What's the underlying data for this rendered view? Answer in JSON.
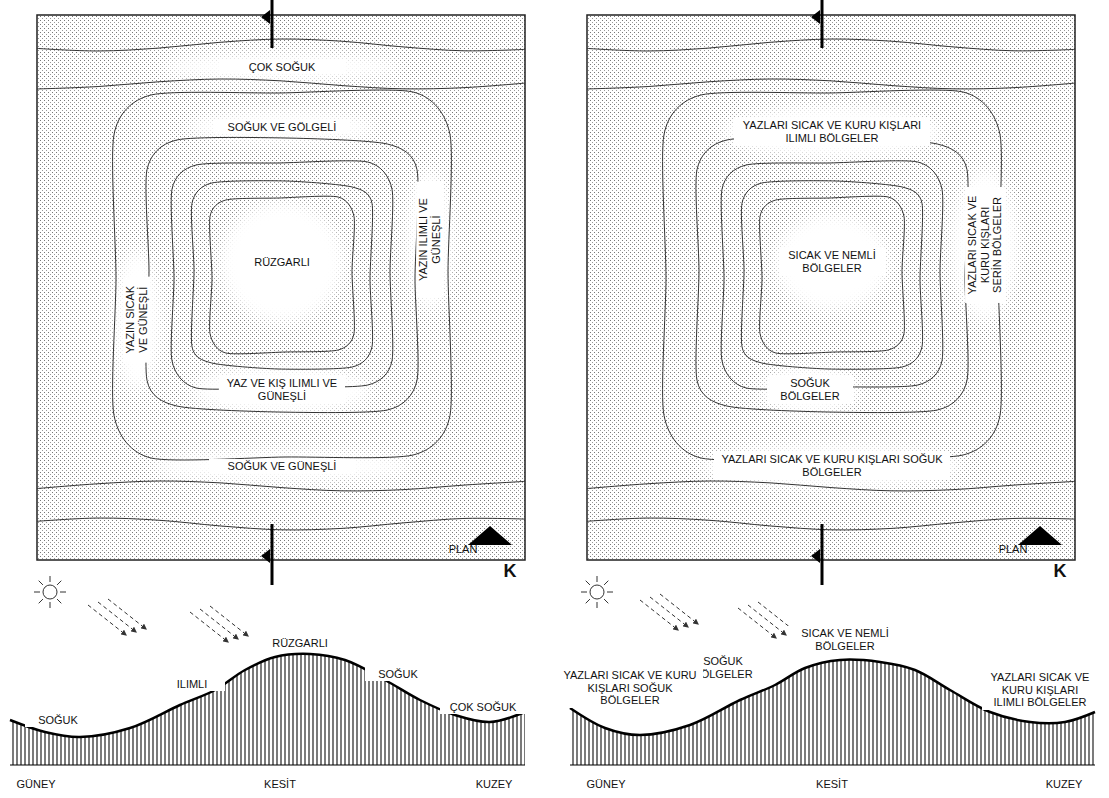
{
  "diagram": {
    "labels": [
      "ÇOK SOĞUK",
      "SOĞUK VE GÖLGELİ",
      "RÜZGARLI",
      "YAZIN SICAK VE GÜNEŞLİ",
      "YAZIN ILIMLI VE GÜNEŞLİ",
      "YAZ VE KIŞ ILIMLI VE GÜNEŞLİ",
      "SOĞUK VE GÜNEŞLİ",
      "PLAN",
      "K",
      "RÜZGARLI",
      "ILIMLI",
      "SOĞUK",
      "SOĞUK",
      "ÇOK SOĞUK",
      "GÜNEY",
      "KESİT",
      "KUZEY",
      "YAZLARI SICAK VE KURU KIŞLARI ILIMLI BÖLGELER",
      "SICAK VE NEMLİ BÖLGELER",
      "YAZLARI SICAK VE KURU KIŞLARI SERİN BÖLGELER",
      "SOĞUK BÖLGELER",
      "YAZLARI SICAK VE KURU KIŞLARI SOĞUK BÖLGELER",
      "PLAN",
      "K",
      "SICAK VE NEMLİ BÖLGELER",
      "SOĞUK BÖLGELER",
      "YAZLARI SICAK VE KURU KIŞLARI SOĞUK BÖLGELER",
      "YAZLARI SICAK VE KURU KIŞLARI ILIMLI BÖLGELER",
      "GÜNEY",
      "KESİT",
      "KUZEY"
    ]
  }
}
